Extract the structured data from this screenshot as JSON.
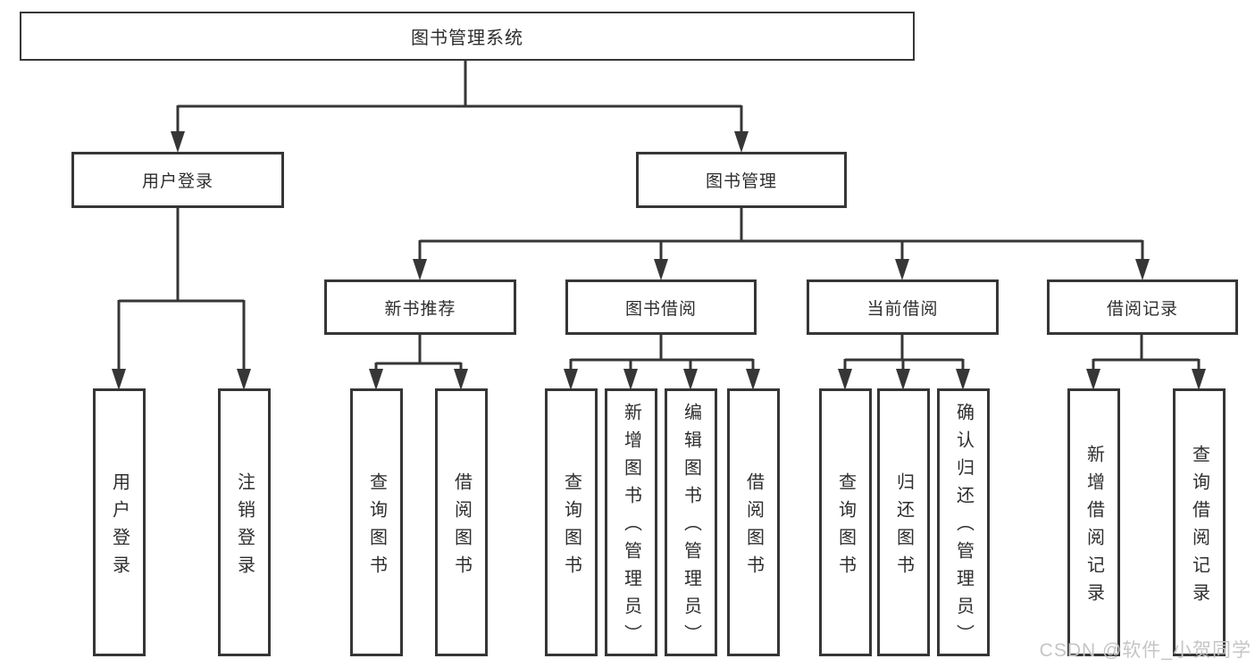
{
  "title": "图书管理系统",
  "watermark": "CSDN @软件_小贺同学",
  "colors": {
    "line": "#363636",
    "box_border": "#363636",
    "text": "#2e2e2e",
    "watermark": "#c5c5c5",
    "background": "#ffffff"
  },
  "tree": {
    "label": "图书管理系统",
    "children": [
      {
        "label": "用户登录",
        "children": [
          {
            "label": "用户登录"
          },
          {
            "label": "注销登录"
          }
        ]
      },
      {
        "label": "图书管理",
        "children": [
          {
            "label": "新书推荐",
            "children": [
              {
                "label": "查询图书"
              },
              {
                "label": "借阅图书"
              }
            ]
          },
          {
            "label": "图书借阅",
            "children": [
              {
                "label": "查询图书"
              },
              {
                "label": "新增图书（管理员）"
              },
              {
                "label": "编辑图书（管理员）"
              },
              {
                "label": "借阅图书"
              }
            ]
          },
          {
            "label": "当前借阅",
            "children": [
              {
                "label": "查询图书"
              },
              {
                "label": "归还图书"
              },
              {
                "label": "确认归还（管理员）"
              }
            ]
          },
          {
            "label": "借阅记录",
            "children": [
              {
                "label": "新增借阅记录"
              },
              {
                "label": "查询借阅记录"
              }
            ]
          }
        ]
      }
    ]
  }
}
